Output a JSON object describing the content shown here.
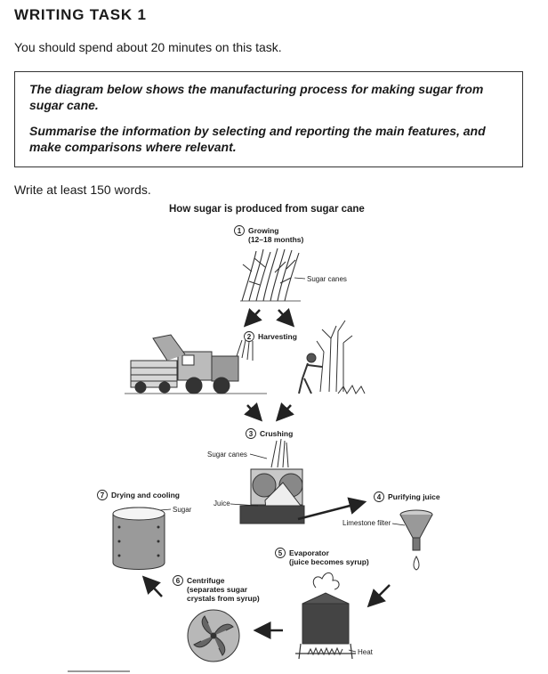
{
  "header": {
    "title": "WRITING TASK 1",
    "instruction": "You should spend about 20 minutes on this task."
  },
  "task": {
    "paragraph1": "The diagram below shows the manufacturing process for making sugar from sugar cane.",
    "paragraph2": "Summarise the information by selecting and reporting the main features, and make comparisons where relevant."
  },
  "word_limit": "Write at least 150 words.",
  "diagram": {
    "title": "How sugar is produced from sugar cane",
    "steps": [
      {
        "num": "1",
        "name": "Growing",
        "detail": "(12–18 months)"
      },
      {
        "num": "2",
        "name": "Harvesting"
      },
      {
        "num": "3",
        "name": "Crushing"
      },
      {
        "num": "4",
        "name": "Purifying juice"
      },
      {
        "num": "5",
        "name": "Evaporator",
        "detail": "(juice becomes syrup)"
      },
      {
        "num": "6",
        "name": "Centrifuge",
        "detail": "(separates sugar",
        "detail2": "crystals from syrup)"
      },
      {
        "num": "7",
        "name": "Drying and cooling"
      }
    ],
    "labels": {
      "growing_canes": "Sugar canes",
      "crushing_canes": "Sugar canes",
      "juice": "Juice",
      "limestone": "Limestone filter",
      "heat": "Heat",
      "sugar": "Sugar"
    }
  }
}
